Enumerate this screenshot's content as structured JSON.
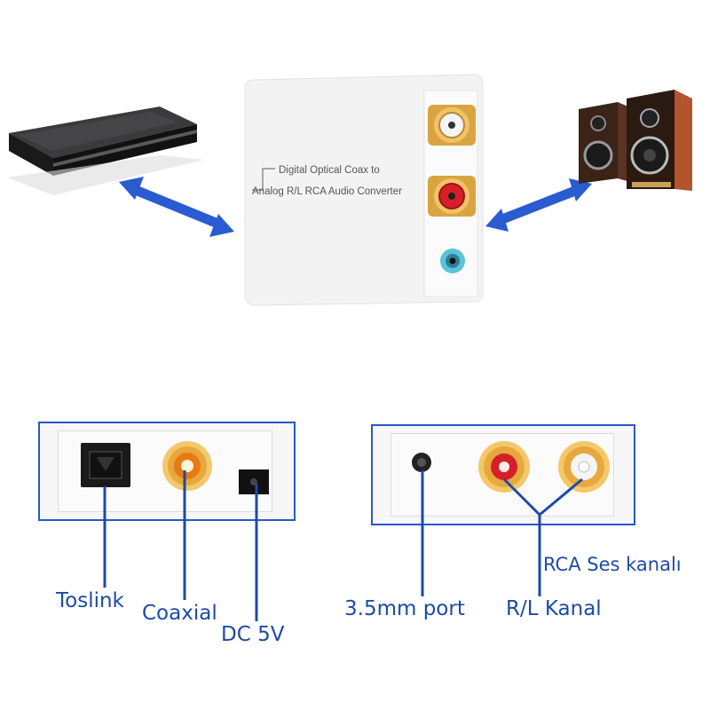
{
  "device": {
    "label_line1": "Digital Optical Coax to",
    "label_line2": "Analog R/L RCA Audio Converter"
  },
  "ports_input": {
    "toslink": "Toslink",
    "coaxial": "Coaxial",
    "dc": "DC 5V"
  },
  "ports_output": {
    "aux": "3.5mm port",
    "rca_title": "RCA Ses kanalı",
    "rca_channels": "R/L Kanal"
  },
  "colors": {
    "accent_blue": "#1d4aa8",
    "frame_blue": "#2b57c6",
    "arrow_blue": "#2a5bd0",
    "rca_gold": "#e9b04a",
    "rca_red": "#d5202a",
    "coax_orange": "#e77a14"
  }
}
